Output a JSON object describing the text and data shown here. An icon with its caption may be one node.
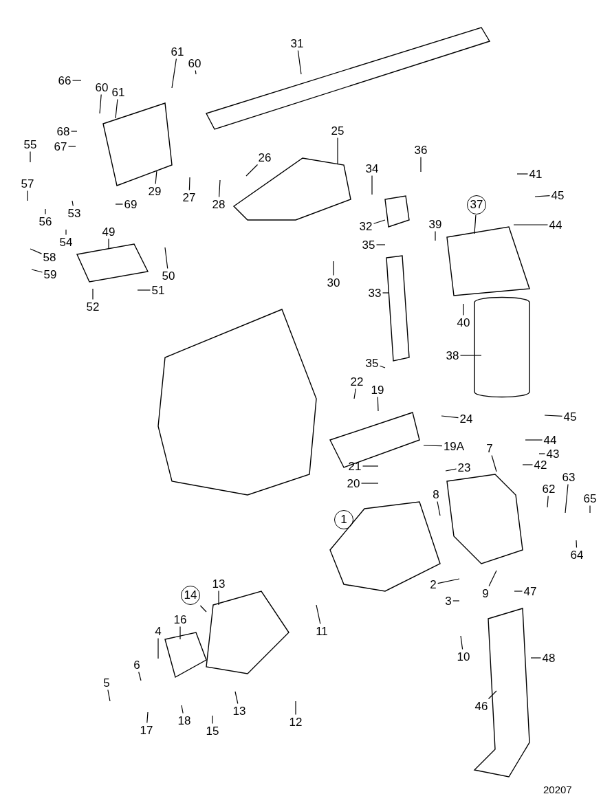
{
  "diagram": {
    "nodes": [
      {
        "text": [
          "31"
        ]
      },
      {
        "text": [
          "66"
        ]
      },
      {
        "text": [
          "61"
        ]
      },
      {
        "text": [
          "60"
        ]
      },
      {
        "text": [
          "60"
        ]
      },
      {
        "text": [
          "61"
        ]
      },
      {
        "text": [
          "68"
        ]
      },
      {
        "text": [
          "67"
        ]
      },
      {
        "text": [
          "55"
        ]
      },
      {
        "text": [
          "29"
        ]
      },
      {
        "text": [
          "27"
        ]
      },
      {
        "text": [
          "28"
        ]
      },
      {
        "text": [
          "26"
        ]
      },
      {
        "text": [
          "25"
        ]
      },
      {
        "text": [
          "57"
        ]
      },
      {
        "text": [
          "56"
        ]
      },
      {
        "text": [
          "53"
        ]
      },
      {
        "text": [
          "54"
        ]
      },
      {
        "text": [
          "69"
        ]
      },
      {
        "text": [
          "58"
        ]
      },
      {
        "text": [
          "59"
        ]
      },
      {
        "text": [
          "49"
        ]
      },
      {
        "text": [
          "50"
        ]
      },
      {
        "text": [
          "52"
        ]
      },
      {
        "text": [
          "51"
        ]
      },
      {
        "text": [
          "30"
        ]
      },
      {
        "text": [
          "36"
        ]
      },
      {
        "text": [
          "41"
        ]
      },
      {
        "text": [
          "34"
        ]
      },
      {
        "text": [
          "37"
        ]
      },
      {
        "text": [
          "45"
        ]
      },
      {
        "text": [
          "44"
        ]
      },
      {
        "text": [
          "32"
        ]
      },
      {
        "text": [
          "35"
        ]
      },
      {
        "text": [
          "39"
        ]
      },
      {
        "text": [
          "33"
        ]
      },
      {
        "text": [
          "40"
        ]
      },
      {
        "text": [
          "38"
        ]
      },
      {
        "text": [
          "35"
        ]
      },
      {
        "text": [
          "22"
        ]
      },
      {
        "text": [
          "19"
        ]
      },
      {
        "text": [
          "24"
        ]
      },
      {
        "text": [
          "45"
        ]
      },
      {
        "text": [
          "19A"
        ]
      },
      {
        "text": [
          "44"
        ]
      },
      {
        "text": [
          "7"
        ]
      },
      {
        "text": [
          "43"
        ]
      },
      {
        "text": [
          "21"
        ]
      },
      {
        "text": [
          "23"
        ]
      },
      {
        "text": [
          "42"
        ]
      },
      {
        "text": [
          "63"
        ]
      },
      {
        "text": [
          "20"
        ]
      },
      {
        "text": [
          "8"
        ]
      },
      {
        "text": [
          "62"
        ]
      },
      {
        "text": [
          "65"
        ]
      },
      {
        "text": [
          "1"
        ]
      },
      {
        "text": [
          "64"
        ]
      },
      {
        "text": [
          "13"
        ]
      },
      {
        "text": [
          "14"
        ]
      },
      {
        "text": [
          "2"
        ]
      },
      {
        "text": [
          "9"
        ]
      },
      {
        "text": [
          "47"
        ]
      },
      {
        "text": [
          "3"
        ]
      },
      {
        "text": [
          "16"
        ]
      },
      {
        "text": [
          "4"
        ]
      },
      {
        "text": [
          "11"
        ]
      },
      {
        "text": [
          "6"
        ]
      },
      {
        "text": [
          "10"
        ]
      },
      {
        "text": [
          "48"
        ]
      },
      {
        "text": [
          "5"
        ]
      },
      {
        "text": [
          "46"
        ]
      },
      {
        "text": [
          "17"
        ]
      },
      {
        "text": [
          "18"
        ]
      },
      {
        "text": [
          "15"
        ]
      },
      {
        "text": [
          "13"
        ]
      },
      {
        "text": [
          "12"
        ]
      }
    ],
    "edges": [
      {
        "from": 0,
        "to": null,
        "arrow": "none"
      },
      {
        "from": 1,
        "to": null,
        "arrow": "none"
      },
      {
        "from": 2,
        "to": null,
        "arrow": "none"
      },
      {
        "from": 3,
        "to": null,
        "arrow": "none"
      },
      {
        "from": 4,
        "to": null,
        "arrow": "none"
      },
      {
        "from": 5,
        "to": null,
        "arrow": "none"
      },
      {
        "from": 6,
        "to": null,
        "arrow": "none"
      },
      {
        "from": 7,
        "to": null,
        "arrow": "none"
      },
      {
        "from": 8,
        "to": null,
        "arrow": "none"
      },
      {
        "from": 9,
        "to": null,
        "arrow": "none"
      },
      {
        "from": 10,
        "to": null,
        "arrow": "none"
      },
      {
        "from": 11,
        "to": null,
        "arrow": "none"
      },
      {
        "from": 12,
        "to": null,
        "arrow": "none"
      },
      {
        "from": 13,
        "to": null,
        "arrow": "none"
      },
      {
        "from": 14,
        "to": null,
        "arrow": "none"
      },
      {
        "from": 15,
        "to": null,
        "arrow": "none"
      },
      {
        "from": 16,
        "to": null,
        "arrow": "none"
      },
      {
        "from": 17,
        "to": null,
        "arrow": "none"
      },
      {
        "from": 18,
        "to": null,
        "arrow": "none"
      },
      {
        "from": 19,
        "to": null,
        "arrow": "none"
      },
      {
        "from": 20,
        "to": null,
        "arrow": "none"
      },
      {
        "from": 21,
        "to": null,
        "arrow": "none"
      },
      {
        "from": 22,
        "to": null,
        "arrow": "none"
      },
      {
        "from": 23,
        "to": null,
        "arrow": "none"
      },
      {
        "from": 24,
        "to": null,
        "arrow": "none"
      },
      {
        "from": 25,
        "to": null,
        "arrow": "none"
      },
      {
        "from": 26,
        "to": null,
        "arrow": "none"
      },
      {
        "from": 27,
        "to": null,
        "arrow": "none"
      },
      {
        "from": 28,
        "to": null,
        "arrow": "none"
      },
      {
        "from": 29,
        "to": null,
        "arrow": "none"
      },
      {
        "from": 30,
        "to": null,
        "arrow": "none"
      },
      {
        "from": 31,
        "to": null,
        "arrow": "none"
      },
      {
        "from": 32,
        "to": null,
        "arrow": "none"
      },
      {
        "from": 33,
        "to": null,
        "arrow": "none"
      },
      {
        "from": 34,
        "to": null,
        "arrow": "none"
      },
      {
        "from": 35,
        "to": null,
        "arrow": "none"
      },
      {
        "from": 36,
        "to": null,
        "arrow": "none"
      },
      {
        "from": 37,
        "to": null,
        "arrow": "none"
      },
      {
        "from": 38,
        "to": null,
        "arrow": "none"
      },
      {
        "from": 39,
        "to": null,
        "arrow": "none"
      },
      {
        "from": 40,
        "to": null,
        "arrow": "none"
      },
      {
        "from": 41,
        "to": null,
        "arrow": "none"
      },
      {
        "from": 42,
        "to": null,
        "arrow": "none"
      },
      {
        "from": 43,
        "to": null,
        "arrow": "none"
      },
      {
        "from": 44,
        "to": null,
        "arrow": "none"
      },
      {
        "from": 45,
        "to": null,
        "arrow": "none"
      },
      {
        "from": 46,
        "to": null,
        "arrow": "none"
      },
      {
        "from": 47,
        "to": null,
        "arrow": "none"
      },
      {
        "from": 48,
        "to": null,
        "arrow": "none"
      },
      {
        "from": 49,
        "to": null,
        "arrow": "none"
      },
      {
        "from": 50,
        "to": null,
        "arrow": "none"
      },
      {
        "from": 51,
        "to": null,
        "arrow": "none"
      },
      {
        "from": 52,
        "to": null,
        "arrow": "none"
      },
      {
        "from": 53,
        "to": null,
        "arrow": "none"
      },
      {
        "from": 54,
        "to": null,
        "arrow": "none"
      },
      {
        "from": 56,
        "to": null,
        "arrow": "none"
      },
      {
        "from": 57,
        "to": null,
        "arrow": "none"
      },
      {
        "from": 58,
        "to": null,
        "arrow": "none"
      },
      {
        "from": 59,
        "to": null,
        "arrow": "none"
      },
      {
        "from": 60,
        "to": null,
        "arrow": "none"
      },
      {
        "from": 61,
        "to": null,
        "arrow": "none"
      },
      {
        "from": 62,
        "to": null,
        "arrow": "none"
      },
      {
        "from": 63,
        "to": null,
        "arrow": "none"
      },
      {
        "from": 64,
        "to": null,
        "arrow": "none"
      },
      {
        "from": 65,
        "to": null,
        "arrow": "none"
      },
      {
        "from": 66,
        "to": null,
        "arrow": "none"
      },
      {
        "from": 67,
        "to": null,
        "arrow": "none"
      },
      {
        "from": 68,
        "to": null,
        "arrow": "none"
      },
      {
        "from": 69,
        "to": null,
        "arrow": "none"
      },
      {
        "from": 70,
        "to": null,
        "arrow": "none"
      },
      {
        "from": 71,
        "to": null,
        "arrow": "none"
      },
      {
        "from": 72,
        "to": null,
        "arrow": "none"
      },
      {
        "from": 73,
        "to": null,
        "arrow": "none"
      },
      {
        "from": 74,
        "to": null,
        "arrow": "none"
      },
      {
        "from": 75,
        "to": null,
        "arrow": "none"
      }
    ],
    "labels": [
      "20207"
    ]
  }
}
